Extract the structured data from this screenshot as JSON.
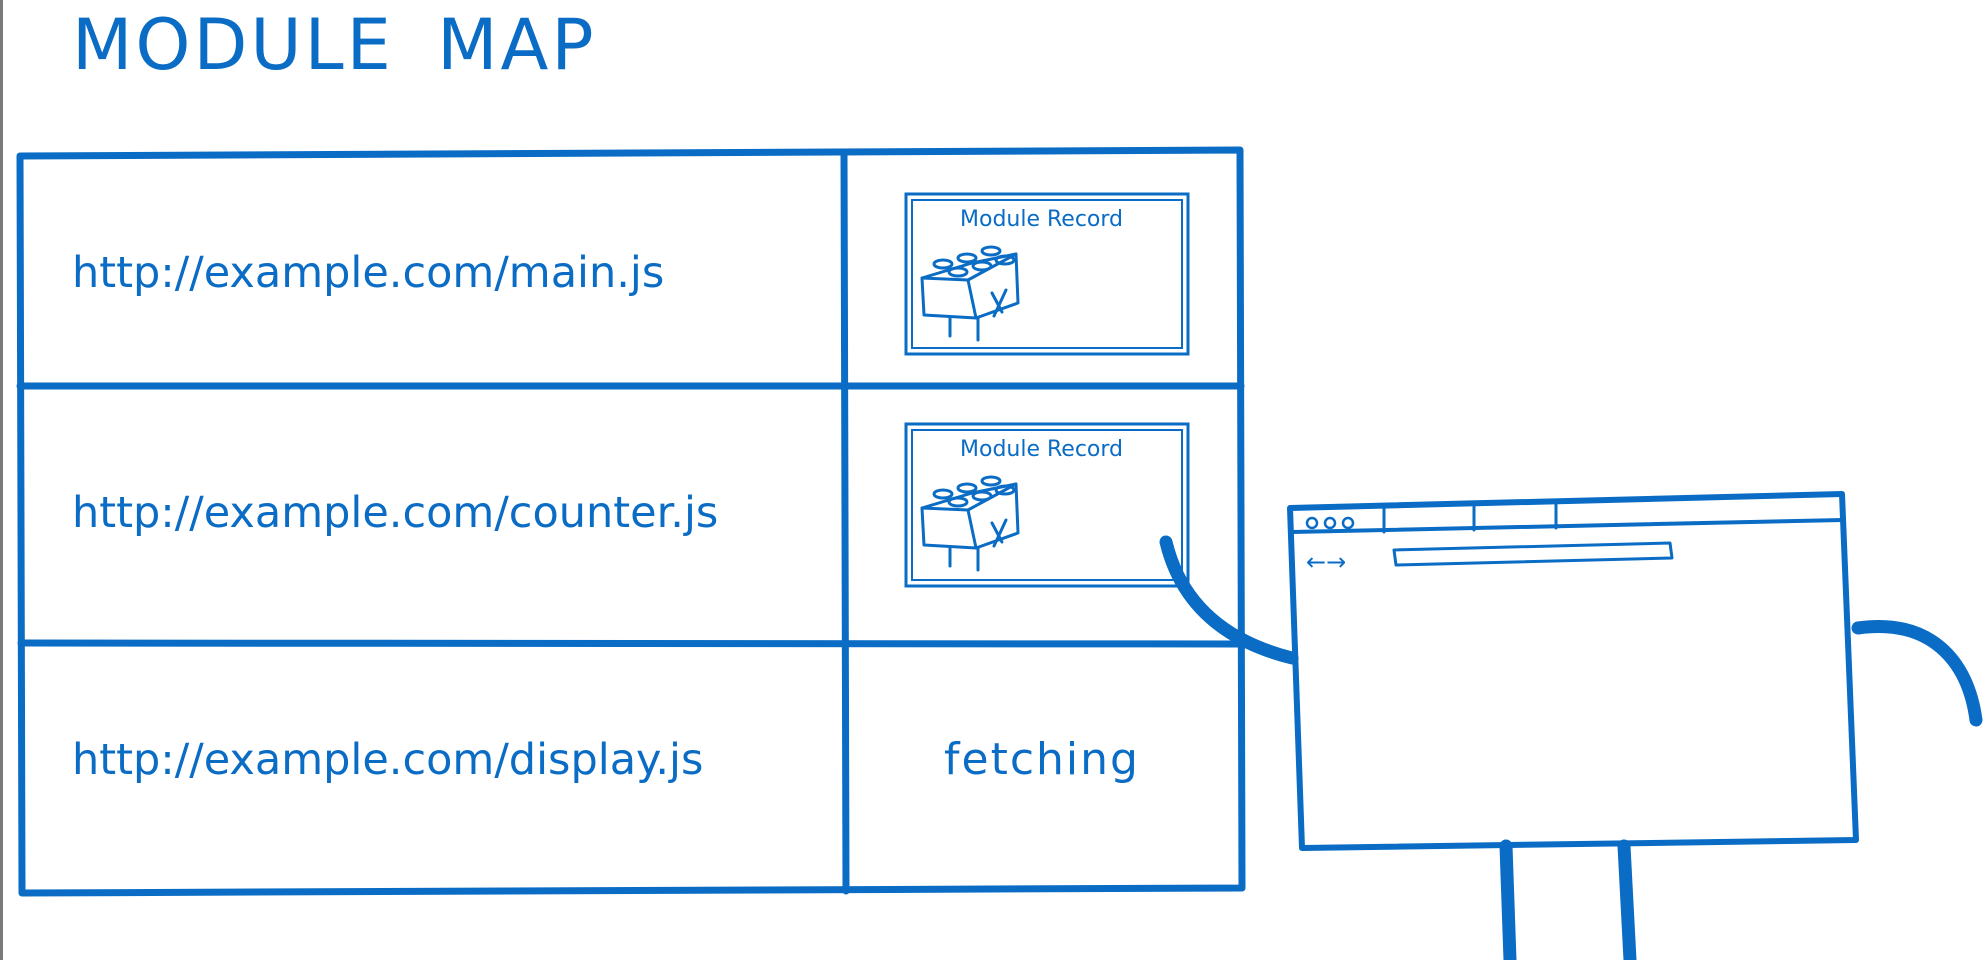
{
  "title": "MODULE MAP",
  "colors": {
    "ink": "#0a6cc4",
    "background": "#ffffff"
  },
  "rows": [
    {
      "url": "http://example.com/main.js",
      "record_label": "Module Record"
    },
    {
      "url": "http://example.com/counter.js",
      "record_label": "Module Record"
    },
    {
      "url": "http://example.com/display.js",
      "status": "fetching"
    }
  ],
  "browser_character": {
    "icon": "browser-window-icon",
    "nav_arrows": "←→"
  },
  "module_record_icon": "lego-brick-icon"
}
